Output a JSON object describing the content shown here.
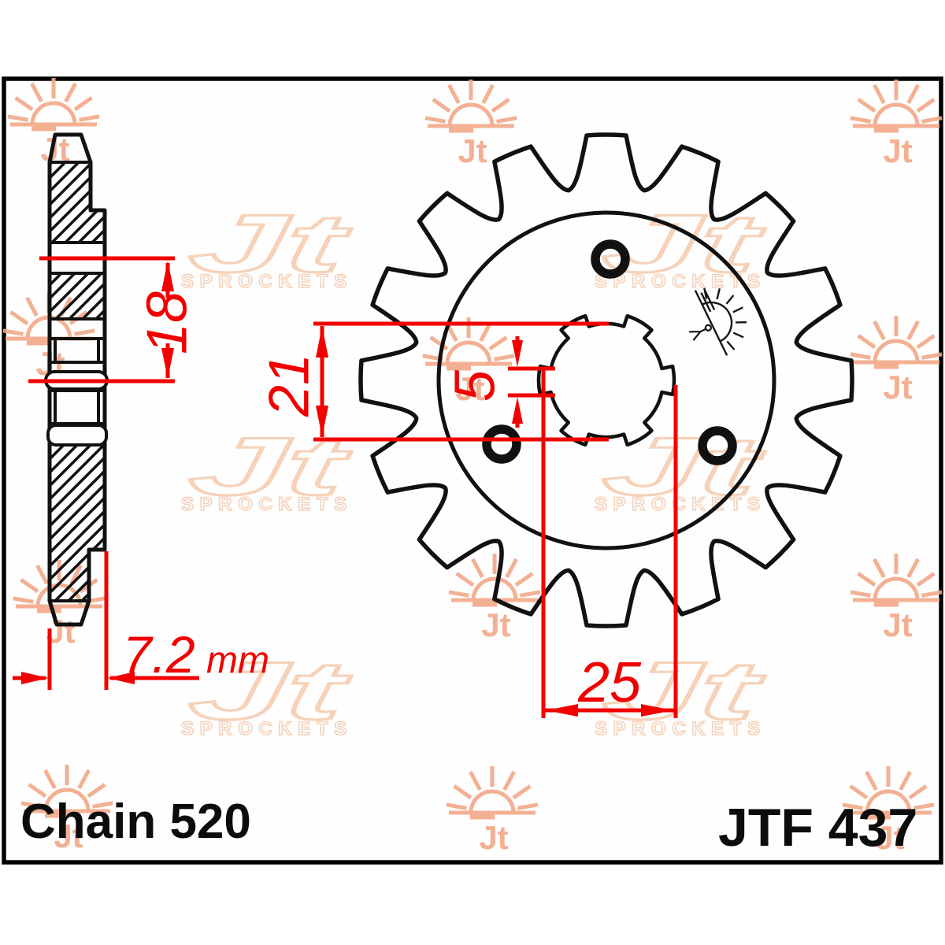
{
  "drawing": {
    "chain_label": "Chain 520",
    "part_number": "JTF 437",
    "dimensions": {
      "offset": {
        "value": "18"
      },
      "bore": {
        "value": "21"
      },
      "spline_depth": {
        "value": "5"
      },
      "spline_od": {
        "value": "25"
      },
      "width": {
        "value": "7.2",
        "unit": "mm"
      }
    },
    "sprocket": {
      "teeth": 16,
      "bolt_holes": 3,
      "spline_notches": 6
    },
    "watermark": {
      "brand": "Jt",
      "brand_text": "SPROCKETS"
    },
    "colors": {
      "dimension_red": "#f20000",
      "watermark_sun": "#f2a888",
      "watermark_logo": "#f5cdb2",
      "line_black": "#111111"
    }
  }
}
